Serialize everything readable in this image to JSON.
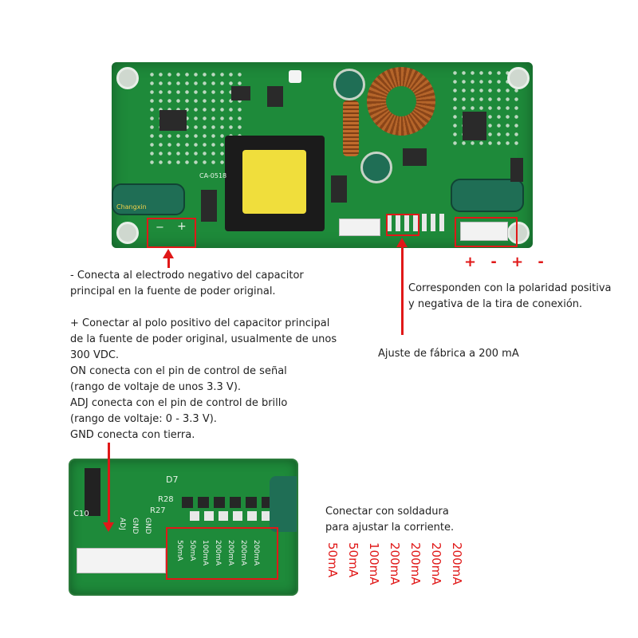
{
  "board_silkscreen": {
    "model": "CA-0518",
    "brand": "Changxin",
    "terminal_plus": "+",
    "terminal_minus": "−"
  },
  "output_polarity_marks": "+ - + -",
  "annotations": {
    "neg_electrode": "- Conecta al electrodo negativo del capacitor principal en la fuente de poder original.",
    "pos_line1": "+ Conectar al polo positivo del capacitor principal",
    "pos_line2": "de la fuente de poder original, usualmente de unos",
    "pos_line3": "300 VDC.",
    "on_line1": "ON conecta con el pin de control de señal",
    "on_line2": "(rango de voltaje de unos 3.3 V).",
    "adj_line1": "ADJ conecta con el pin de control de brillo",
    "adj_line2": "(rango de voltaje: 0 - 3.3 V).",
    "gnd_line": "GND conecta con tierra.",
    "polarity_line1": "Corresponden con la polaridad positiva",
    "polarity_line2": "y negativa de la tira de conexión.",
    "factory": "Ajuste de fábrica a 200 mA",
    "solder_line1": "Conectar con soldadura",
    "solder_line2": "para ajustar la corriente."
  },
  "connector_labels": [
    "ADJ",
    "GND",
    "GND"
  ],
  "jumper_labels": [
    "50mA",
    "50mA",
    "100mA",
    "200mA",
    "200mA",
    "200mA",
    "200mA"
  ],
  "current_options": [
    "50mA",
    "50mA",
    "100mA",
    "200mA",
    "200mA",
    "200mA",
    "200mA"
  ],
  "zoom_silkscreen": {
    "d7": "D7",
    "r28": "R28",
    "r27": "R27",
    "c10": "C10"
  },
  "colors": {
    "board": "#1e8a3a",
    "highlight": "#e01818",
    "text": "#222222"
  }
}
